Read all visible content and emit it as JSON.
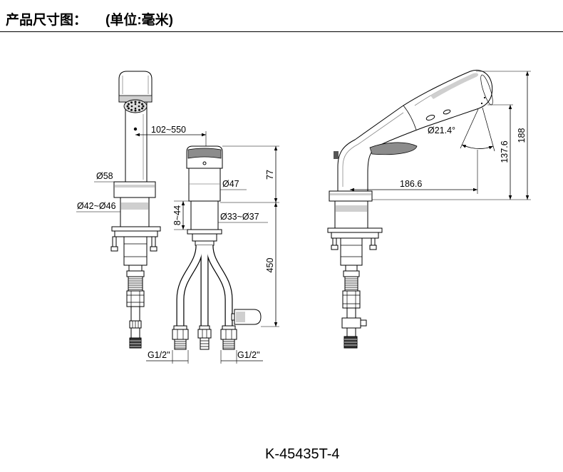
{
  "header": {
    "title": "产品尺寸图：",
    "unit": "(单位:毫米)"
  },
  "dimensions": {
    "spout_to_handle": "102~550",
    "spout_base_diameter": "Ø58",
    "spout_hole_diameter": "Ø42~Ø46",
    "handle_diameter": "Ø47",
    "deck_thickness": "8~44",
    "handle_hole_diameter": "Ø33~Ø37",
    "handle_height": "77",
    "hose_length": "450",
    "thread_left": "G1/2\"",
    "thread_right": "G1/2\"",
    "spray_angle": "Ø21.4°",
    "spout_reach": "186.6",
    "spout_outlet_height": "137.6",
    "spout_total_height": "188"
  },
  "model": "K-45435T-4"
}
